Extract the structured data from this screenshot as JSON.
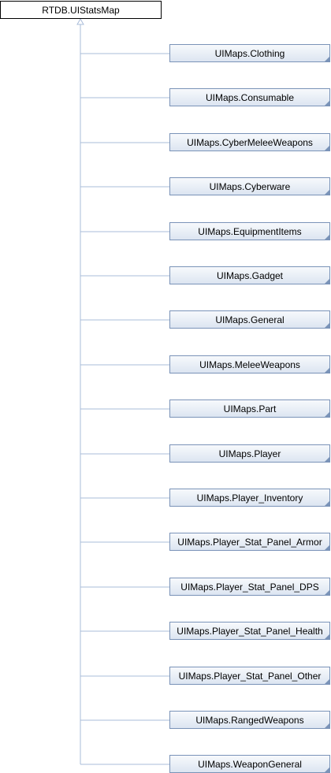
{
  "diagram": {
    "base_class": "RTDB.UIStatsMap",
    "derived_classes": [
      "UIMaps.Clothing",
      "UIMaps.Consumable",
      "UIMaps.CyberMeleeWeapons",
      "UIMaps.Cyberware",
      "UIMaps.EquipmentItems",
      "UIMaps.Gadget",
      "UIMaps.General",
      "UIMaps.MeleeWeapons",
      "UIMaps.Part",
      "UIMaps.Player",
      "UIMaps.Player_Inventory",
      "UIMaps.Player_Stat_Panel_Armor",
      "UIMaps.Player_Stat_Panel_DPS",
      "UIMaps.Player_Stat_Panel_Health",
      "UIMaps.Player_Stat_Panel_Other",
      "UIMaps.RangedWeapons",
      "UIMaps.WeaponGeneral"
    ]
  },
  "colors": {
    "connector": "#a9bcd9",
    "child_border": "#7a93b8",
    "base_border": "#000000"
  }
}
